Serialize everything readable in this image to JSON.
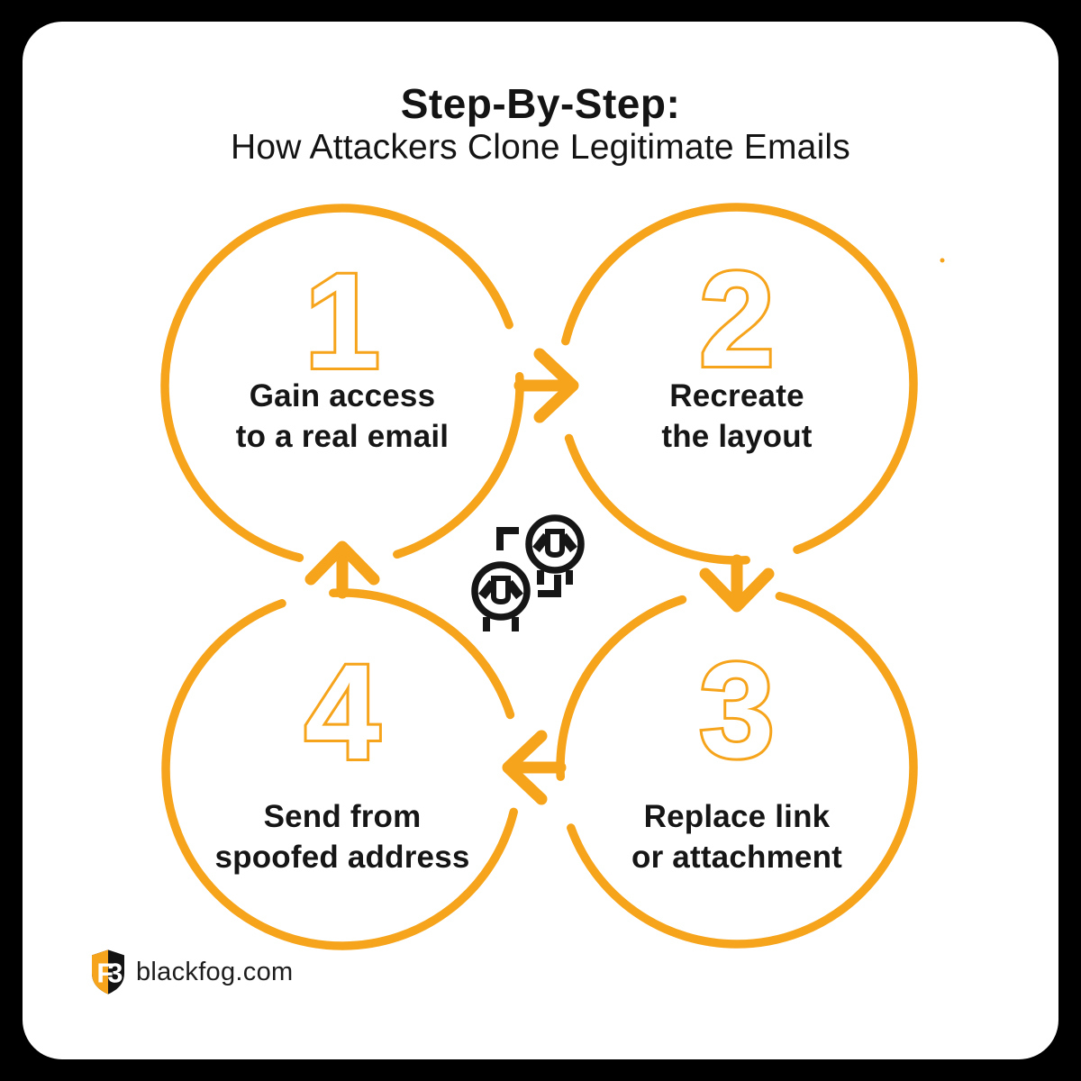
{
  "title": {
    "heading": "Step-By-Step:",
    "subheading": "How Attackers Clone Legitimate Emails"
  },
  "steps": [
    {
      "number": "1",
      "label": [
        "Gain access",
        "to a real email"
      ]
    },
    {
      "number": "2",
      "label": [
        "Recreate",
        "the layout"
      ]
    },
    {
      "number": "3",
      "label": [
        "Replace link",
        "or attachment"
      ]
    },
    {
      "number": "4",
      "label": [
        "Send from",
        "spoofed address"
      ]
    }
  ],
  "footer": {
    "website": "blackfog.com"
  },
  "colors": {
    "accent_orange": "#F5A41B",
    "ink_black": "#161616",
    "page_background": "#000000",
    "card_background": "#FFFFFF"
  },
  "icons": {
    "center": "clone-spy-icon",
    "logo": "blackfog-shield-logo"
  }
}
